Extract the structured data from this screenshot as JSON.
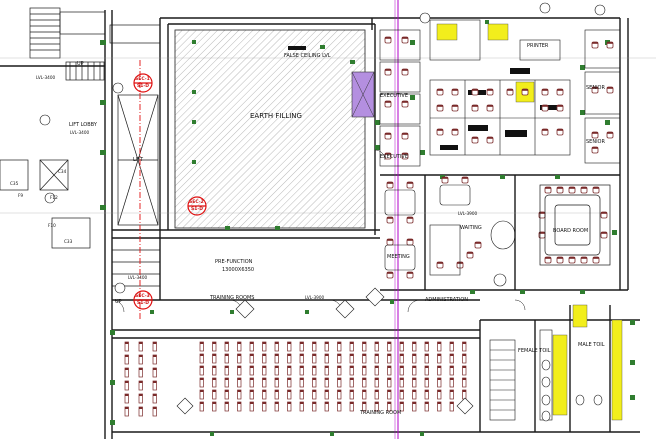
{
  "plan": {
    "rooms": {
      "earth_filling": "EARTH FILLING",
      "false_ceiling": "FALSE CEILING LVL",
      "lift_lobby": "LIFT LOBBY",
      "lift": "LIFT",
      "pre_function": "PRE-FUNCTION",
      "pre_function_dims": "13000X6350",
      "training_room_upper": "TRAINING ROOMS",
      "training_room_lower": "TRAINING ROOM",
      "administration": "ADMINISTRATION",
      "board_room": "BOARD ROOM",
      "waiting": "WAITING",
      "meeting": "MEETING",
      "printer": "PRINTER",
      "female_toilet": "FEMALE TOIL",
      "male_toilet": "MALE TOIL",
      "senior_1": "SENIOR",
      "senior_2": "SENIOR",
      "executive_1": "EXECUTIVE",
      "executive_2": "EXECUTIVE",
      "up": "UP",
      "up2": "UP"
    },
    "levels": {
      "lvl1": "LVL-3400",
      "lvl2": "LVL-3400",
      "lvl3": "LVL-3900",
      "lvl4": "LVL-3400",
      "lvl5": "LVL-3900"
    },
    "column_tags": {
      "c1": "C35",
      "c2": "C34",
      "c3": "F9",
      "c4": "F10",
      "c5": "C33",
      "c6": "F12"
    },
    "section_markers": {
      "m1": {
        "num": "SEC-1",
        "sheet": "S1-D"
      },
      "m2": {
        "num": "SEC-2",
        "sheet": "S1-D"
      },
      "m3": {
        "num": "SEC-3",
        "sheet": "S1-D"
      }
    },
    "colors": {
      "line": "#1a1a1a",
      "green_hatch": "#2f7d2f",
      "magenta_axis": "#b000c8",
      "section_red": "#e01010",
      "furniture_brown": "#7a2a2a",
      "highlight_yellow": "#f2ee1c"
    }
  }
}
